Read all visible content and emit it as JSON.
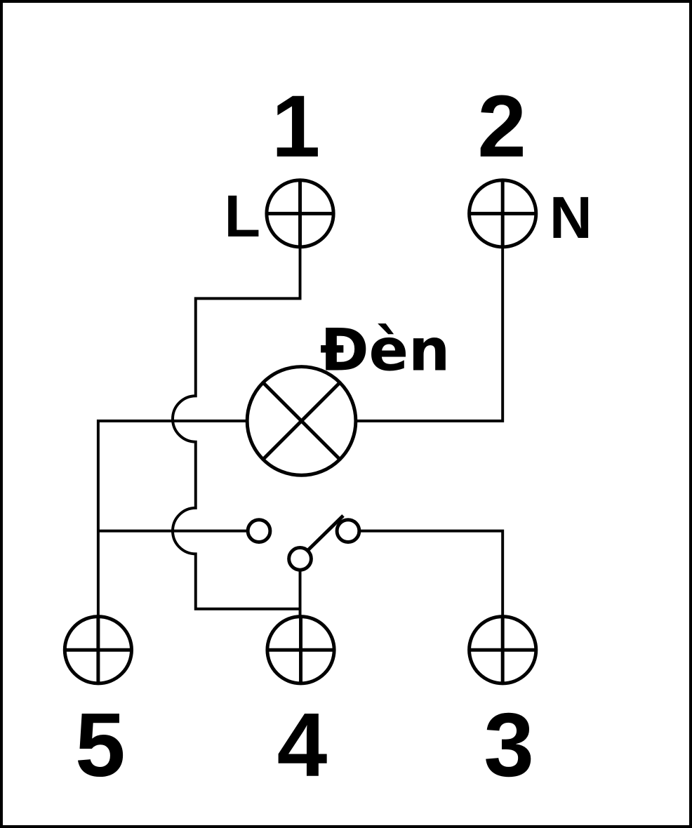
{
  "diagram": {
    "background_color": "#ffffff",
    "line_color": "#000000",
    "lamp": {
      "label": "Đèn"
    },
    "terminals": {
      "t1": {
        "number": "1",
        "wire_label": "L"
      },
      "t2": {
        "number": "2",
        "wire_label": "N"
      },
      "t3": {
        "number": "3"
      },
      "t4": {
        "number": "4"
      },
      "t5": {
        "number": "5"
      }
    }
  }
}
